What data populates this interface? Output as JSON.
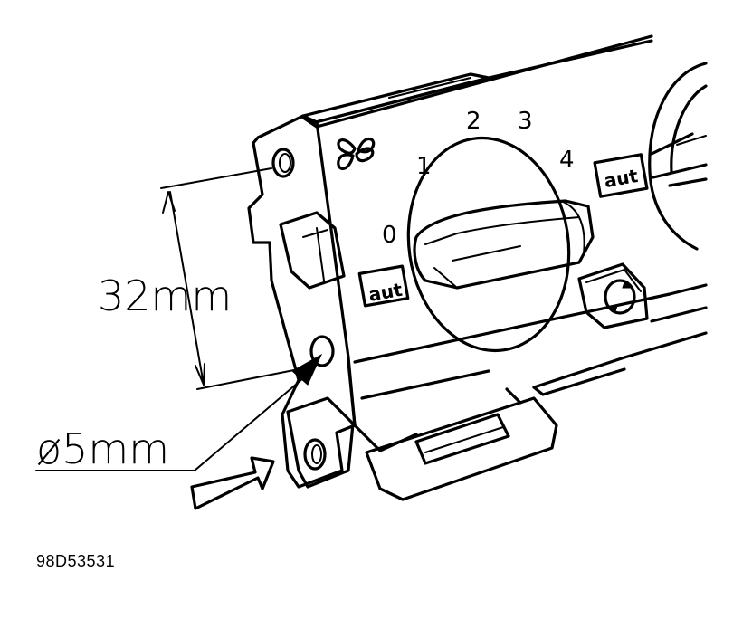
{
  "dimensions": {
    "hole_spacing": "32mm",
    "hole_diameter": "ø5mm"
  },
  "dial": {
    "positions": [
      "0",
      "1",
      "2",
      "3",
      "4"
    ]
  },
  "labels": {
    "aut_left": "aut",
    "aut_right": "aut"
  },
  "icons": [
    "fan-icon",
    "recirculation-icon",
    "arrow-icon"
  ],
  "figure_id": "98D53531"
}
